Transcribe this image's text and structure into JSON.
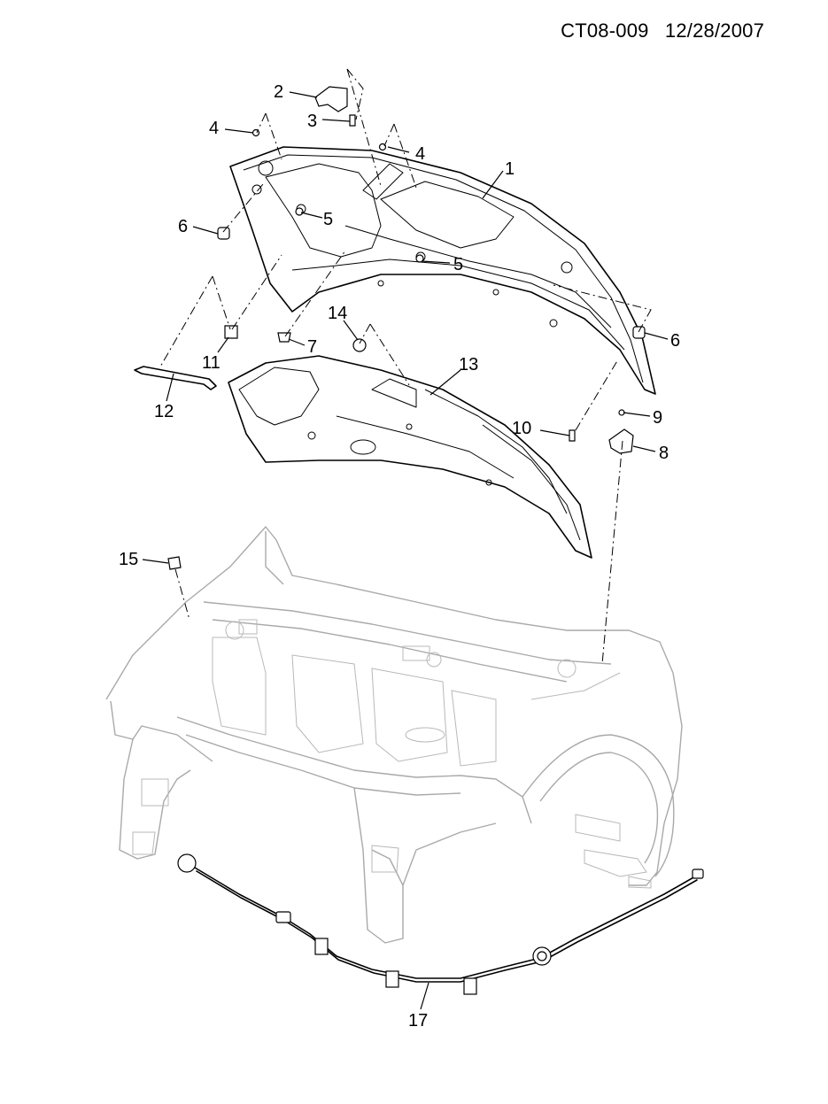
{
  "header": {
    "doc_code": "CT08-009",
    "date": "12/28/2007"
  },
  "callouts": [
    "1",
    "2",
    "3",
    "4",
    "4",
    "5",
    "5",
    "6",
    "6",
    "7",
    "8",
    "9",
    "10",
    "11",
    "12",
    "13",
    "14",
    "15",
    "17"
  ]
}
